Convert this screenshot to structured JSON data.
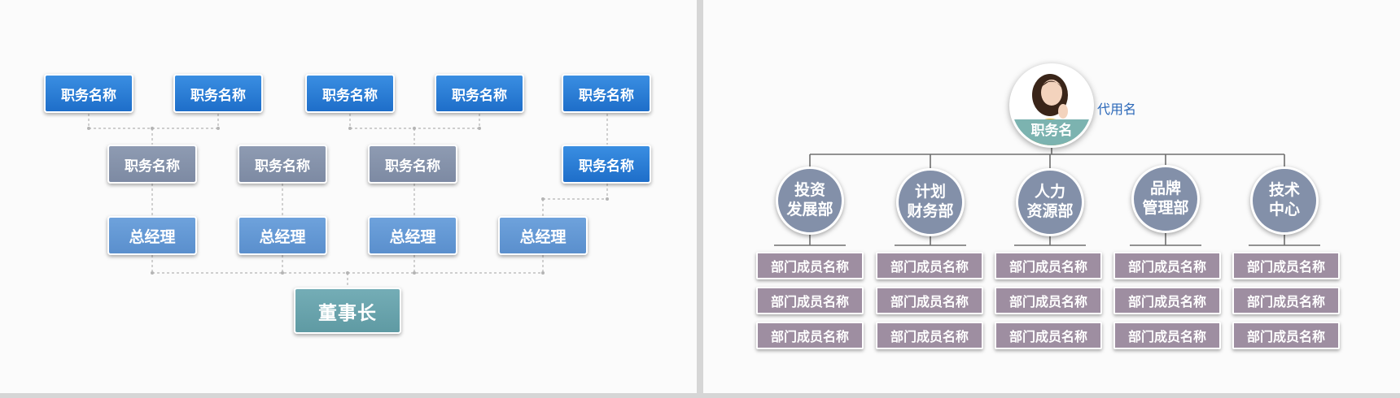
{
  "left_chart": {
    "top_row": [
      "职务名称",
      "职务名称",
      "职务名称",
      "职务名称",
      "职务名称"
    ],
    "second_row": [
      "职务名称",
      "职务名称",
      "职务名称",
      "职务名称"
    ],
    "gm_row": [
      "总经理",
      "总经理",
      "总经理",
      "总经理"
    ],
    "chairman": "董事长",
    "colors": {
      "blue": "#2a7bd6",
      "grey": "#8390a9",
      "gm": "#649bd6",
      "chairman": "#6aa3ad"
    }
  },
  "right_chart": {
    "head": {
      "title": "职务名",
      "alias": "代用名",
      "avatar_icon": "woman-avatar-icon"
    },
    "departments": [
      {
        "line1": "投资",
        "line2": "发展部"
      },
      {
        "line1": "计划",
        "line2": "财务部"
      },
      {
        "line1": "人力",
        "line2": "资源部"
      },
      {
        "line1": "品牌",
        "line2": "管理部"
      },
      {
        "line1": "技术",
        "line2": "中心"
      }
    ],
    "members": [
      [
        "部门成员名称",
        "部门成员名称",
        "部门成员名称"
      ],
      [
        "部门成员名称",
        "部门成员名称",
        "部门成员名称"
      ],
      [
        "部门成员名称",
        "部门成员名称",
        "部门成员名称"
      ],
      [
        "部门成员名称",
        "部门成员名称",
        "部门成员名称"
      ],
      [
        "部门成员名称",
        "部门成员名称",
        "部门成员名称"
      ]
    ],
    "colors": {
      "dept": "#8390a9",
      "member": "#9e8ea1",
      "head_band": "#7cb3b0",
      "alias": "#2a67b8"
    }
  }
}
